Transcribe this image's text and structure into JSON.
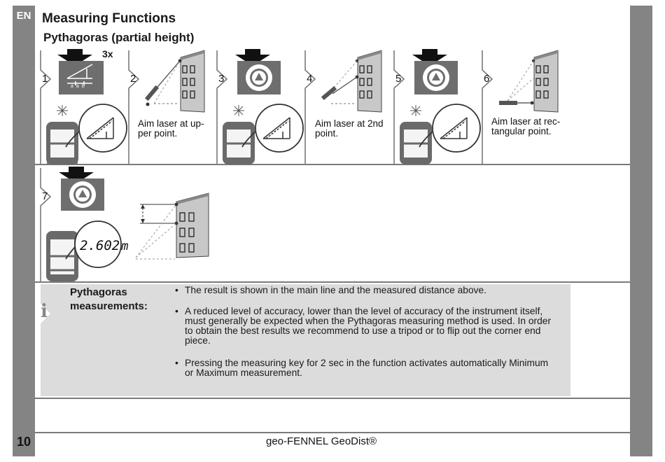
{
  "page": {
    "lang_tag": "EN",
    "page_number": "10",
    "title": "Measuring Functions",
    "subtitle": "Pythagoras (partial height)",
    "footer": "geo-FENNEL GeoDist®"
  },
  "steps": [
    {
      "number": "1",
      "press_count": "3x",
      "icon_labels": [
        "a",
        "a",
        "b"
      ]
    },
    {
      "number": "2",
      "caption": "Aim laser at up-\nper point."
    },
    {
      "number": "3"
    },
    {
      "number": "4",
      "caption": "Aim laser at 2nd\npoint."
    },
    {
      "number": "5"
    },
    {
      "number": "6",
      "caption": "Aim laser at rec-\ntangular point."
    },
    {
      "number": "7",
      "display_value": "2.602",
      "display_unit": "m"
    }
  ],
  "info": {
    "icon": "i",
    "title": "Pythagoras measurements:",
    "bullets": [
      "The result is shown in the main line and the measured distance above.",
      "A reduced level of accuracy, lower than the level of accuracy of the instrument itself, must generally be expected when the Pythagoras measuring method is used. In order to obtain the best results we recommend to use a tripod or to flip out the corner end piece.",
      "Pressing the measuring key for 2 sec in the function activates automatically Minimum or Maximum measurement."
    ]
  },
  "colors": {
    "side_bar": "#848484",
    "info_bg": "#dcdcdc",
    "icon_dark": "#6e6e6e"
  }
}
